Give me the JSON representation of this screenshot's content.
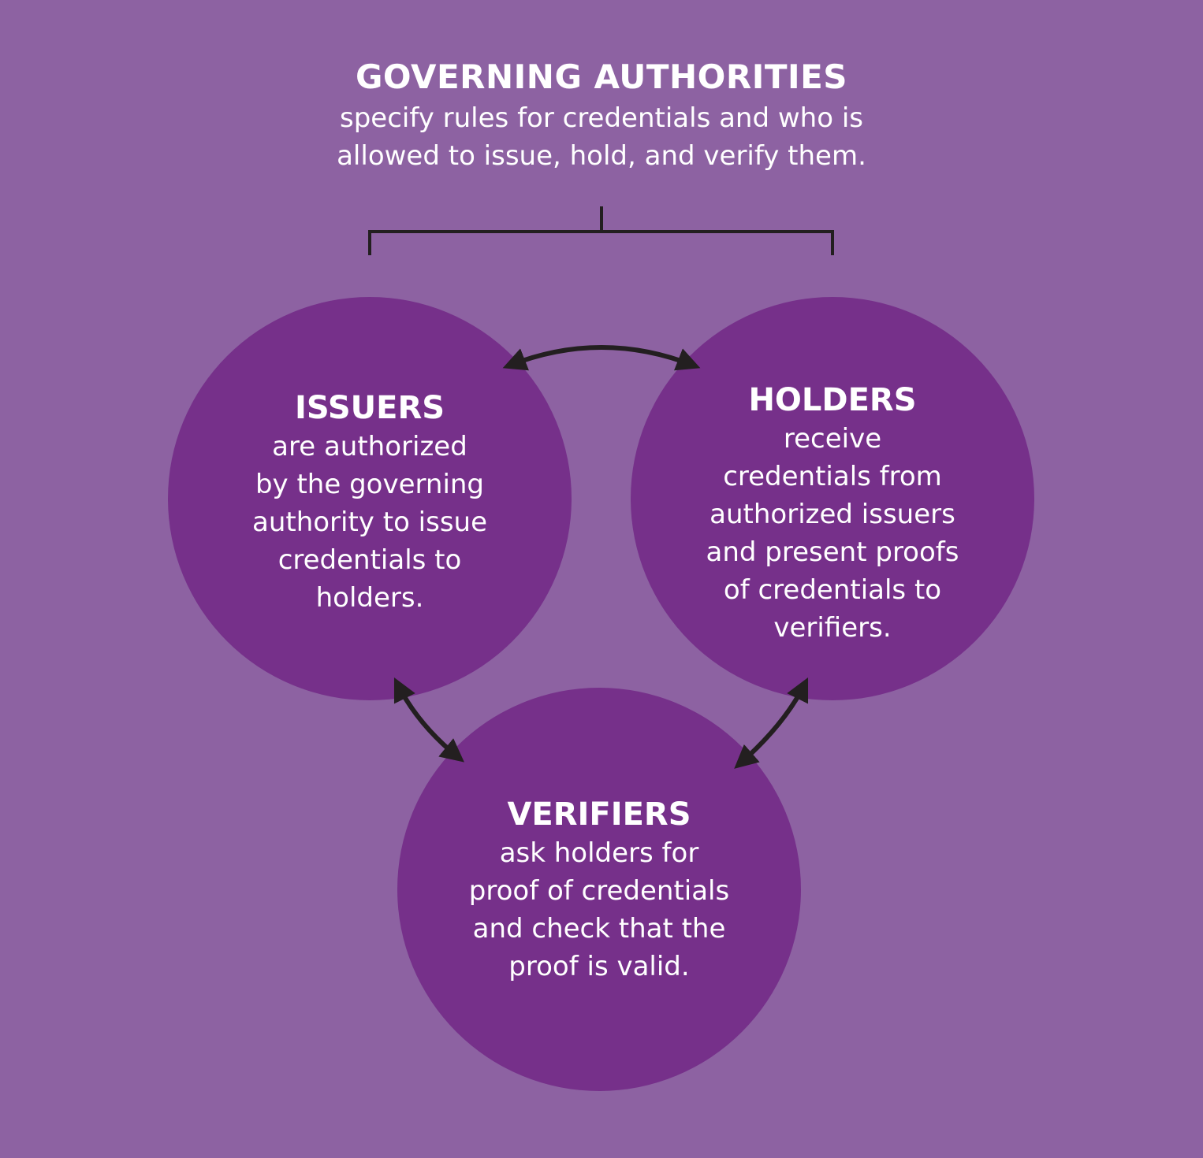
{
  "colors": {
    "background": "#8d62a2",
    "circle": "#76308a",
    "text": "#ffffff",
    "connector": "#231f20"
  },
  "governing": {
    "title": "GOVERNING AUTHORITIES",
    "lines": [
      "specify rules for credentials and who is",
      "allowed to issue, hold, and verify them."
    ]
  },
  "issuers": {
    "title": "ISSUERS",
    "lines": [
      "are authorized",
      "by the governing",
      "authority to issue",
      "credentials to",
      "holders."
    ]
  },
  "holders": {
    "title": "HOLDERS",
    "lines": [
      "receive",
      "credentials from",
      "authorized issuers",
      "and present proofs",
      "of credentials to",
      "verifiers."
    ]
  },
  "verifiers": {
    "title": "VERIFIERS",
    "lines": [
      "ask holders for",
      "proof of credentials",
      "and check that the",
      "proof is valid."
    ]
  },
  "arrows": [
    {
      "from": "issuers",
      "to": "holders",
      "direction": "bidirectional"
    },
    {
      "from": "issuers",
      "to": "verifiers",
      "direction": "bidirectional"
    },
    {
      "from": "holders",
      "to": "verifiers",
      "direction": "bidirectional"
    }
  ]
}
